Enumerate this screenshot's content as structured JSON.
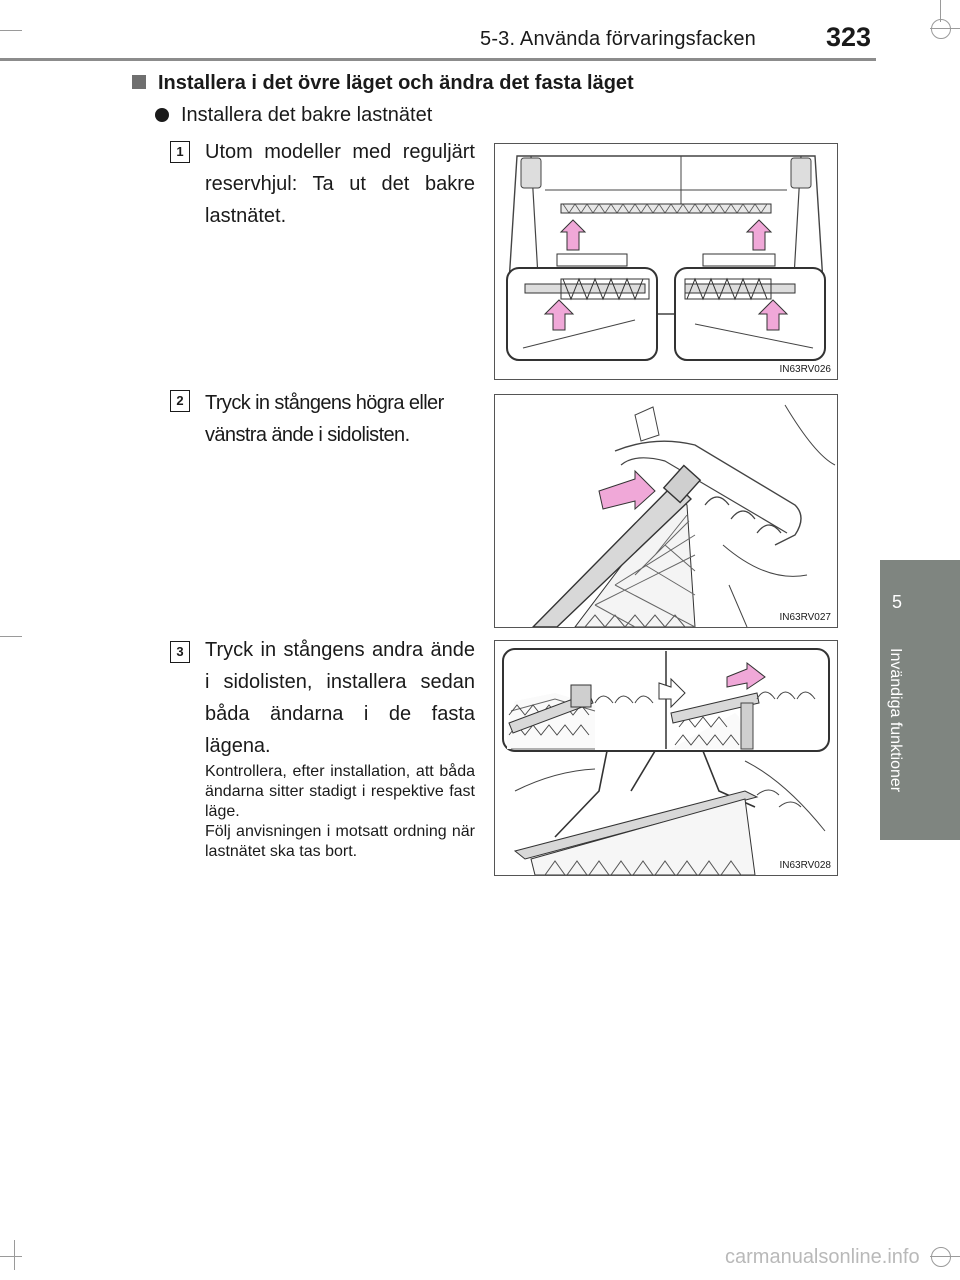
{
  "header": {
    "section": "5-3. Använda förvaringsfacken",
    "page_number": "323"
  },
  "side_tab": {
    "chapter_number": "5",
    "chapter_title": "Invändiga funktioner"
  },
  "heading": "Installera i det övre läget och ändra det fasta läget",
  "subheading": "Installera det bakre lastnätet",
  "steps": [
    {
      "number": "1",
      "text": "Utom modeller med regul­järt reservhjul: Ta ut det bakre lastnätet.",
      "figure_code": "IN63RV026"
    },
    {
      "number": "2",
      "text": "Tryck in stångens högra eller vänstra ände i sidolisten.",
      "figure_code": "IN63RV027"
    },
    {
      "number": "3",
      "text": "Tryck in stångens andra ände i sidolisten, installera sedan båda ändarna i de fasta lägena.",
      "figure_code": "IN63RV028",
      "note": "Kontrollera, efter installation, att båda ändarna sitter stadigt i respektive fast läge.\nFölj anvisningen i motsatt ordning när lastnätet ska tas bort."
    }
  ],
  "watermark": "carmanualsonline.info",
  "colors": {
    "side_tab": "#7f8580",
    "arrow": "#f0a8d8",
    "rule": "#8c8c8c"
  }
}
